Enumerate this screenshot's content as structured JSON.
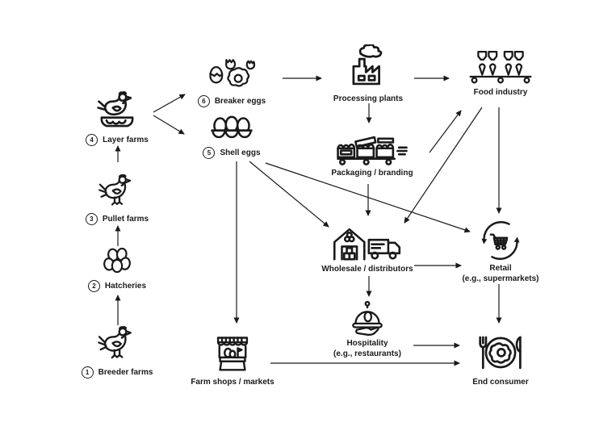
{
  "diagram": {
    "type": "flowchart",
    "subject": "egg-supply-chain",
    "nodes": {
      "breeder_farms": {
        "number": "1",
        "label": "Breeder farms"
      },
      "hatcheries": {
        "number": "2",
        "label": "Hatcheries"
      },
      "pullet_farms": {
        "number": "3",
        "label": "Pullet farms"
      },
      "layer_farms": {
        "number": "4",
        "label": "Layer farms"
      },
      "shell_eggs": {
        "number": "5",
        "label": "Shell eggs"
      },
      "breaker_eggs": {
        "number": "6",
        "label": "Breaker eggs"
      },
      "processing_plants": {
        "label": "Processing plants"
      },
      "food_industry": {
        "label": "Food industry"
      },
      "packaging_branding": {
        "label": "Packaging / branding"
      },
      "wholesale_distributors": {
        "label": "Wholesale / distributors"
      },
      "retail": {
        "label": "Retail",
        "sublabel": "(e.g., supermarkets)"
      },
      "hospitality": {
        "label": "Hospitality",
        "sublabel": "(e.g., restaurants)"
      },
      "farm_shops_markets": {
        "label": "Farm shops / markets"
      },
      "end_consumer": {
        "label": "End consumer"
      }
    },
    "edges": [
      {
        "from": "breeder_farms",
        "to": "hatcheries"
      },
      {
        "from": "hatcheries",
        "to": "pullet_farms"
      },
      {
        "from": "pullet_farms",
        "to": "layer_farms"
      },
      {
        "from": "layer_farms",
        "to": "breaker_eggs"
      },
      {
        "from": "layer_farms",
        "to": "shell_eggs"
      },
      {
        "from": "breaker_eggs",
        "to": "processing_plants"
      },
      {
        "from": "processing_plants",
        "to": "food_industry"
      },
      {
        "from": "processing_plants",
        "to": "packaging_branding"
      },
      {
        "from": "packaging_branding",
        "to": "food_industry"
      },
      {
        "from": "packaging_branding",
        "to": "wholesale_distributors"
      },
      {
        "from": "shell_eggs",
        "to": "farm_shops_markets"
      },
      {
        "from": "shell_eggs",
        "to": "wholesale_distributors"
      },
      {
        "from": "shell_eggs",
        "to": "retail"
      },
      {
        "from": "food_industry",
        "to": "wholesale_distributors"
      },
      {
        "from": "food_industry",
        "to": "retail"
      },
      {
        "from": "wholesale_distributors",
        "to": "retail"
      },
      {
        "from": "wholesale_distributors",
        "to": "hospitality"
      },
      {
        "from": "retail",
        "to": "end_consumer"
      },
      {
        "from": "hospitality",
        "to": "end_consumer"
      },
      {
        "from": "farm_shops_markets",
        "to": "end_consumer"
      }
    ]
  },
  "colors": {
    "ink": "#1a1a1a",
    "background": "#ffffff"
  }
}
